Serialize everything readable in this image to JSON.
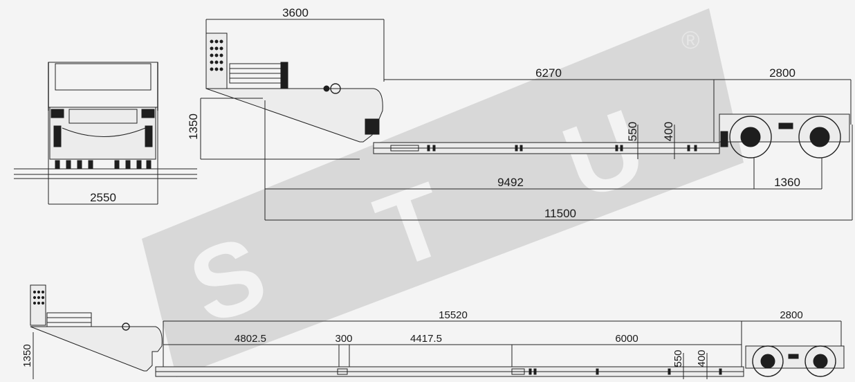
{
  "watermark": {
    "letters": [
      "S",
      "T",
      "U"
    ],
    "registered_mark": "®",
    "band_color": "#d6d6d6",
    "letter_color": "#f2f2f2"
  },
  "front_view": {
    "width_label": "2550"
  },
  "side_view": {
    "gooseneck_length": "3600",
    "deck_length": "6270",
    "axle_group_length": "2800",
    "gooseneck_height": "1350",
    "deck_height_1": "550",
    "deck_height_2": "400",
    "kingpin_to_axle": "9492",
    "axle_spacing": "1360",
    "overall_length": "11500"
  },
  "extended_view": {
    "extended_deck_length": "15520",
    "axle_group_length": "2800",
    "section_1": "4802.5",
    "section_2": "300",
    "section_3": "4417.5",
    "section_4": "6000",
    "gooseneck_height": "1350",
    "deck_height_1": "550",
    "deck_height_2": "400"
  }
}
